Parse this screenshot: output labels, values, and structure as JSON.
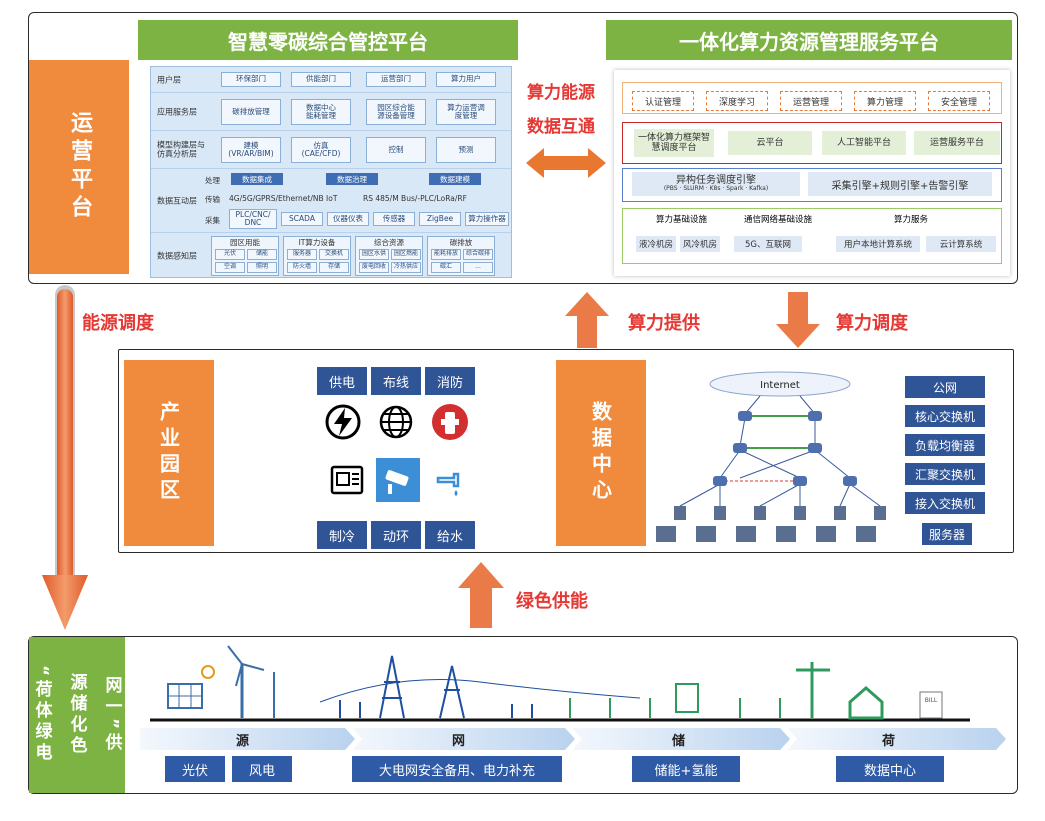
{
  "top": {
    "left_title": "智慧零碳综合管控平台",
    "right_title": "一体化算力资源管理服务平台",
    "ops_label": "运营平台",
    "exchange_label_1": "算力能源",
    "exchange_label_2": "数据互通",
    "layers": {
      "user": {
        "label": "用户层",
        "items": [
          "环保部门",
          "供能部门",
          "运营部门",
          "算力用户"
        ]
      },
      "app": {
        "label": "应用服务层",
        "items": [
          "碳排放管理",
          "数据中心\n能耗管理",
          "园区综合能\n源设备管理",
          "算力运营调\n度管理"
        ]
      },
      "model": {
        "label": "模型构建层与\n仿真分析层",
        "items": [
          "建模\n(VR/AR/BIM)",
          "仿真\n(CAE/CFD)",
          "控制",
          "预测"
        ]
      },
      "data": {
        "label": "数据互动层",
        "r1_label": "处理",
        "r1_items": [
          "数据集成",
          "数据治理",
          "数据建模"
        ],
        "r2_label": "传输",
        "r2_left": "4G/5G/GPRS/Ethernet/NB IoT",
        "r2_right": "RS 485/M Bus/-PLC/LoRa/RF",
        "r3_label": "采集",
        "r3_items": [
          "PLC/CNC/\nDNC",
          "SCADA",
          "仪器仪表",
          "传感器",
          "ZigBee",
          "算力操作器"
        ]
      },
      "perception": {
        "label": "数据感知层",
        "groups": [
          {
            "title": "园区用能",
            "items": [
              "光伏",
              "储能",
              "空调",
              "照明"
            ]
          },
          {
            "title": "IT算力设备",
            "items": [
              "服务器",
              "交换机",
              "防火墙",
              "存储"
            ]
          },
          {
            "title": "综合资源",
            "items": [
              "园区水供",
              "园区燃能",
              "废电回收",
              "冷热供应"
            ]
          },
          {
            "title": "碳排放",
            "items": [
              "能耗排放",
              "综合碳排",
              "碳汇",
              "..."
            ]
          }
        ]
      }
    },
    "right": {
      "mgmt": [
        "认证管理",
        "深度学习",
        "运营管理",
        "算力管理",
        "安全管理"
      ],
      "platforms": [
        "一体化算力框架智\n慧调度平台",
        "云平台",
        "人工智能平台",
        "运营服务平台"
      ],
      "engine_left": "异构任务调度引擎",
      "engine_left_sub": "(PBS · SLURM · K8s · Spark · Kafka)",
      "engine_right": "采集引擎+规则引擎+告警引擎",
      "infra_titles": [
        "算力基础设施",
        "通信网络基础设施",
        "算力服务"
      ],
      "infra_items": [
        "液冷机房",
        "风冷机房",
        "5G、互联网",
        "用户本地计算系统",
        "云计算系统"
      ]
    }
  },
  "mid": {
    "energy_dispatch": "能源调度",
    "compute_supply": "算力提供",
    "compute_dispatch": "算力调度",
    "park_label": "产业园区",
    "park_items_top": [
      "供电",
      "布线",
      "消防"
    ],
    "park_items_bottom": [
      "制冷",
      "动环",
      "给水"
    ],
    "dc_label": "数据中心",
    "internet": "Internet",
    "dc_items": [
      "公网",
      "核心交换机",
      "负载均衡器",
      "汇聚交换机",
      "接入交换机",
      "服务器"
    ]
  },
  "green_supply": "绿色供能",
  "bottom": {
    "side_label_col1": "“荷体绿电",
    "side_label_col2": "源储化色",
    "side_label_col3": "网一”供",
    "bands": [
      "源",
      "网",
      "储",
      "荷"
    ],
    "chips": [
      "光伏",
      "风电",
      "大电网安全备用、电力补充",
      "储能+氢能",
      "数据中心"
    ],
    "bill": "BILL"
  },
  "colors": {
    "orange": "#f08a3c",
    "green": "#7cb342",
    "blue": "#2f5597",
    "red": "#e53935"
  }
}
